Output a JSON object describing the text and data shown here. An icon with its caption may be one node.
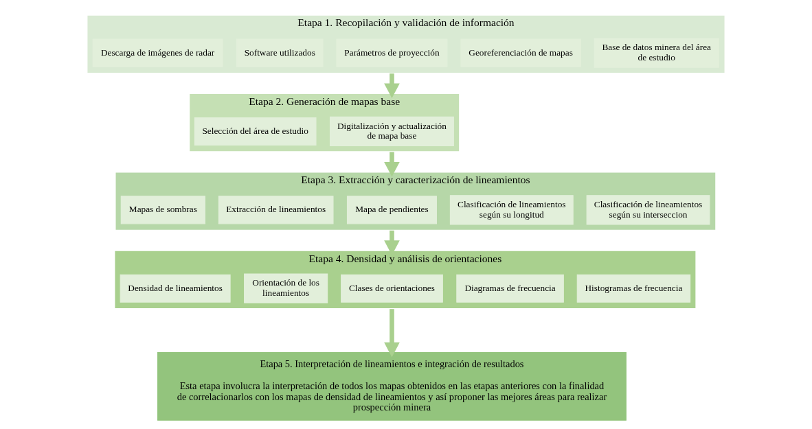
{
  "diagram": {
    "nodes": [
      {
        "text": [
          "Etapa 1. Recopilación y validación de información"
        ]
      },
      {
        "text": [
          "Descarga de imágenes de radar"
        ],
        "in": 0
      },
      {
        "text": [
          "Software utilizados"
        ],
        "in": 0
      },
      {
        "text": [
          "Parámetros de proyección"
        ],
        "in": 0
      },
      {
        "text": [
          "Georeferenciación de mapas"
        ],
        "in": 0
      },
      {
        "text": [
          "Base de datos minera del área de estudio"
        ],
        "in": 0
      },
      {
        "text": [
          "Etapa 2. Generación de mapas base"
        ]
      },
      {
        "text": [
          "Selección del área de estudio"
        ],
        "in": 6
      },
      {
        "text": [
          "Digitalización y actualización de mapa base"
        ],
        "in": 6
      },
      {
        "text": [
          "Etapa 3. Extracción y caracterización de lineamientos"
        ]
      },
      {
        "text": [
          "Mapas de sombras"
        ],
        "in": 9
      },
      {
        "text": [
          "Extracción de lineamientos"
        ],
        "in": 9
      },
      {
        "text": [
          "Mapa de pendientes"
        ],
        "in": 9
      },
      {
        "text": [
          "Clasificación de lineamientos según su longitud"
        ],
        "in": 9
      },
      {
        "text": [
          "Clasificación de lineamientos según su interseccion"
        ],
        "in": 9
      },
      {
        "text": [
          "Etapa 4. Densidad y análisis de orientaciones"
        ]
      },
      {
        "text": [
          "Densidad de lineamientos"
        ],
        "in": 15
      },
      {
        "text": [
          "Orientación de los lineamientos"
        ],
        "in": 15
      },
      {
        "text": [
          "Clases de orientaciones"
        ],
        "in": 15
      },
      {
        "text": [
          "Diagramas de frecuencia"
        ],
        "in": 15
      },
      {
        "text": [
          "Histogramas de frecuencia"
        ],
        "in": 15
      },
      {
        "text": [
          "Etapa 5. Interpretación de lineamientos e integración de resultados",
          "Esta etapa involucra la interpretación de todos los mapas obtenidos en las etapas anteriores con la finalidad de correlacionarlos con los mapas de densidad de lineamientos y así proponer las mejores áreas para realizar prospección minera"
        ]
      }
    ],
    "edges": [
      {
        "from": 0,
        "to": 6,
        "arrow": "to"
      },
      {
        "from": 6,
        "to": 9,
        "arrow": "to"
      },
      {
        "from": 9,
        "to": 15,
        "arrow": "to"
      },
      {
        "from": 15,
        "to": 21,
        "arrow": "to"
      }
    ]
  }
}
